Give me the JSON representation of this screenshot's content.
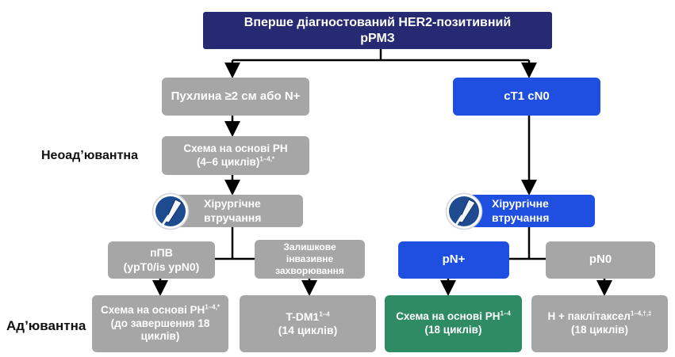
{
  "title": "Вперше діагностований HER2-позитивний рРМЗ",
  "side_labels": {
    "neoadjuvant": "Неоад’ювантна",
    "adjuvant": "Ад’ювантна"
  },
  "left": {
    "tumor": "Пухлина ≥2 см або N+",
    "scheme_line1": "Схема на основі PH",
    "scheme_line2": "(4–6 циклів)",
    "scheme_sup": "1–4,*",
    "surgery": "Хірургічне втручання",
    "pcr_line1": "пПВ",
    "pcr_line2": "(ypT0/is ypN0)",
    "residual": "Залишкове інвазивне захворювання",
    "adj_scheme_line1": "Схема на основі PH",
    "adj_scheme_sup": "1–4,*",
    "adj_scheme_line2": "(до завершення 18 циклів)",
    "tdm1": "T-DM1",
    "tdm1_sup": "1–4",
    "tdm1_line2": "(14 циклів)"
  },
  "right": {
    "stage": "cT1 cN0",
    "surgery": "Хірургічне втручання",
    "pn_pos": "pN+",
    "pn0": "pN0",
    "pn_pos_scheme_line1": "Схема на основі PH",
    "pn_pos_scheme_sup": "1–4",
    "pn_pos_scheme_line2": "(18 циклів)",
    "pn0_scheme_line1": "H + паклітаксел",
    "pn0_scheme_sup": "1–4,†,‡",
    "pn0_scheme_line2": "(18 циклів)"
  },
  "colors": {
    "navy": "#262a73",
    "gray": "#a6a6a6",
    "blue": "#1f4fe0",
    "green": "#2e8b63"
  },
  "icons": [
    "scalpel-icon"
  ]
}
